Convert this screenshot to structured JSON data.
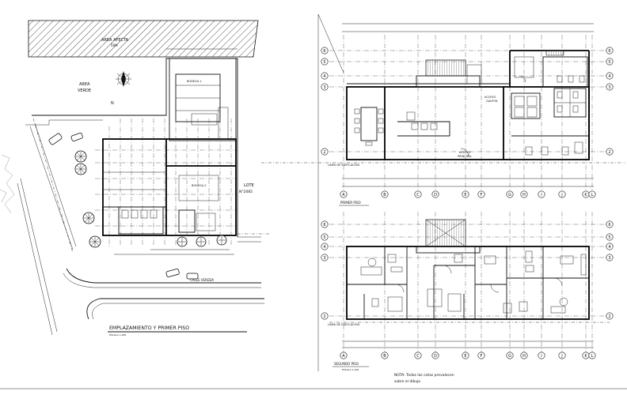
{
  "left_plan": {
    "area_afecta": "AREA AFECTA",
    "area_afecta_sub": "50M",
    "area_verde_1": "AREA",
    "area_verde_2": "VERDE",
    "north": "N",
    "lote_1": "LOTE",
    "lote_2": "N°2085",
    "bodega_1": "BODEGA 1",
    "bodega_2": "BODEGA 2",
    "calle": "CALLE VEREDA",
    "title": "EMPLAZAMIENTO Y PRIMER PISO",
    "scale": "ESCALA 1:200"
  },
  "first_floor": {
    "grid_rows": [
      "6",
      "5",
      "4",
      "3",
      "2"
    ],
    "grid_cols": [
      "A",
      "B",
      "C",
      "D",
      "E",
      "F",
      "G",
      "H",
      "I",
      "J",
      "K",
      "L"
    ],
    "acceso_galpon_1": "ACCESO",
    "acceso_galpon_2": "GALPON",
    "acceso_principal_1": "ACCESO",
    "acceso_principal_2": "PRINCIPAL",
    "linea": "LINEA DE EDIFICACION",
    "title": "PRIMER PISO"
  },
  "second_floor": {
    "grid_rows": [
      "6",
      "5",
      "4",
      "3",
      "2"
    ],
    "grid_cols": [
      "A",
      "B",
      "C",
      "D",
      "E",
      "F",
      "G",
      "H",
      "I",
      "J",
      "K",
      "L"
    ],
    "linea": "LINEA DE EDIFICACION",
    "title": "SEGUNDO PISO",
    "scale": "ESCALA 1:100"
  },
  "note": {
    "line1": "NOTA: Todas las cotas prevalecen",
    "line2": "sobre el dibujo"
  }
}
